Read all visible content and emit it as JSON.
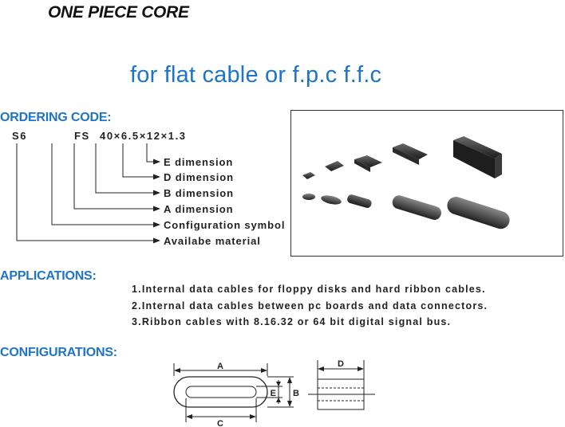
{
  "title": "ONE PIECE CORE",
  "subtitle": "for flat cable or  f.p.c  f.f.c",
  "ordering": {
    "heading": "ORDERING CODE:",
    "code_material": "S6",
    "code_config": "FS",
    "code_dims": "40×6.5×12×1.3",
    "labels": [
      "E dimension",
      "D dimension",
      "B dimension",
      "A dimension",
      "Configuration symbol",
      "Availabe material"
    ]
  },
  "applications": {
    "heading": "APPLICATIONS:",
    "items": [
      "1.Internal data cables for floppy disks and hard ribbon cables.",
      "2.Internal data cables between pc boards and data connectors.",
      "3.Ribbon cables with 8.16.32 or 64 bit digital signal bus."
    ]
  },
  "configurations": {
    "heading": "CONFIGURATIONS:",
    "labels": {
      "a": "A",
      "b": "B",
      "c": "C",
      "d": "D",
      "e": "E"
    }
  },
  "colors": {
    "accent": "#1d74c9",
    "text": "#222222",
    "core": "#2b2b2b"
  },
  "photo": {
    "icon": "ferrite-cores-photo"
  }
}
